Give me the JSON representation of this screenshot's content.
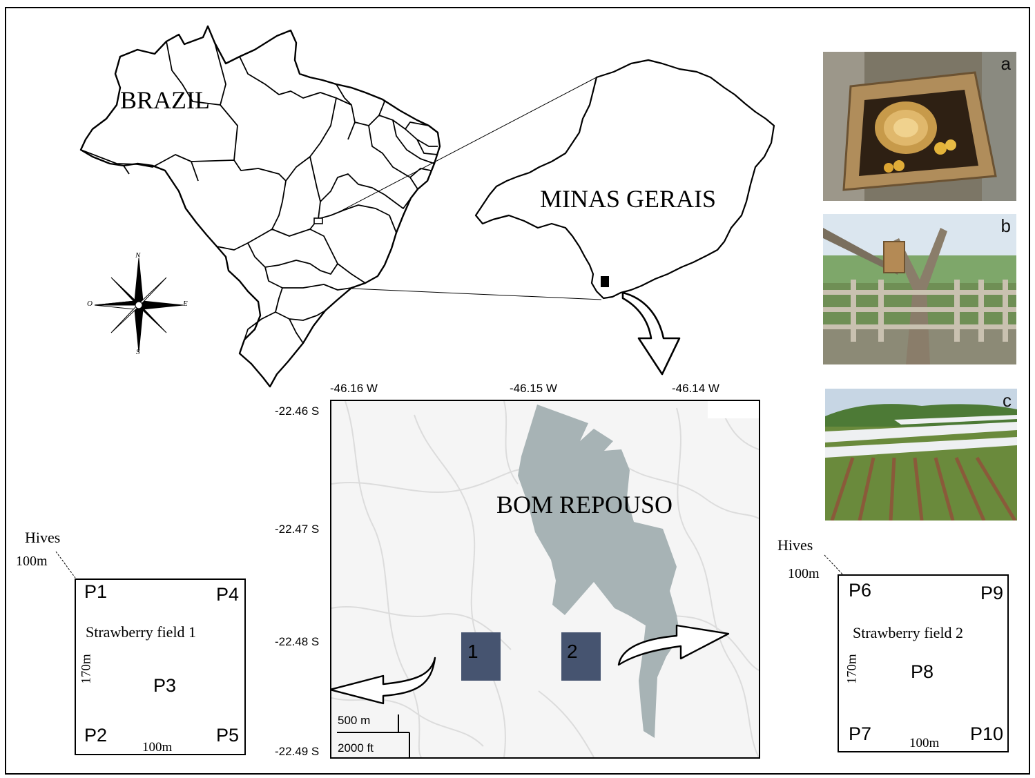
{
  "map_labels": {
    "country": "BRAZIL",
    "state": "MINAS GERAIS",
    "city": "BOM REPOUSO"
  },
  "compass": {
    "north": "N",
    "south": "S",
    "east": "E",
    "west": "O"
  },
  "photos": [
    {
      "letter": "a",
      "subject": "stingless bee hive box with brood combs"
    },
    {
      "letter": "b",
      "subject": "hive mounted on tree beside wooden fence"
    },
    {
      "letter": "c",
      "subject": "strawberry field with white row covers"
    }
  ],
  "coordinates": {
    "longitudes": [
      "-46.16 W",
      "-46.15 W",
      "-46.14 W"
    ],
    "latitudes": [
      "-22.46 S",
      "-22.47 S",
      "-22.48 S",
      "-22.49 S"
    ]
  },
  "scale_bar": {
    "metric": "500 m",
    "imperial": "2000 ft"
  },
  "site_markers": [
    "1",
    "2"
  ],
  "fields": [
    {
      "name": "Strawberry field 1",
      "hives_label": "Hives",
      "hives_distance": "100m",
      "height": "170m",
      "width": "100m",
      "points": [
        "P1",
        "P4",
        "P3",
        "P2",
        "P5"
      ]
    },
    {
      "name": "Strawberry field 2",
      "hives_label": "Hives",
      "hives_distance": "100m",
      "height": "170m",
      "width": "100m",
      "points": [
        "P6",
        "P9",
        "P8",
        "P7",
        "P10"
      ]
    }
  ],
  "colors": {
    "city_area": "#a7b3b5",
    "site_marker": "#465470",
    "roads": "#dcdcdc",
    "map_background": "#f5f5f5"
  }
}
